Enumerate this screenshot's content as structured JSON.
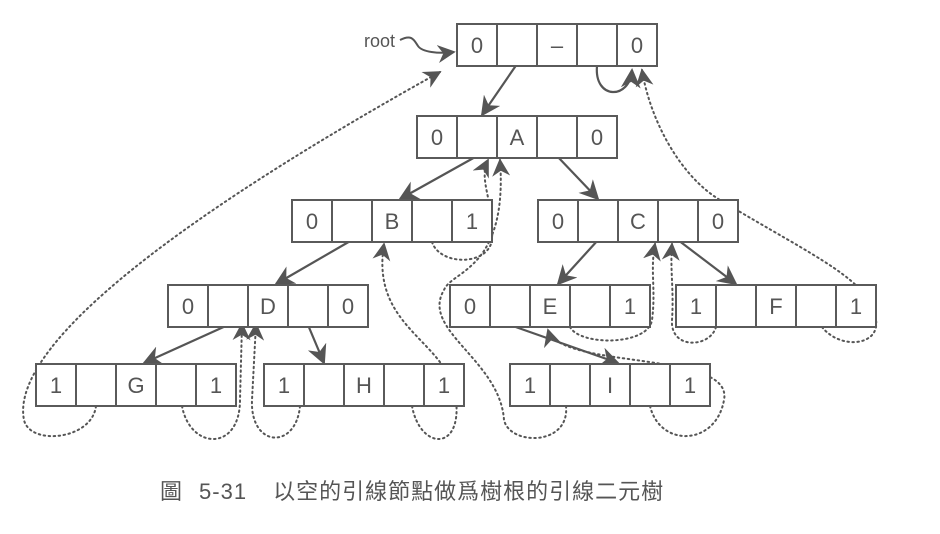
{
  "colors": {
    "ink": "#555555",
    "stroke": "#5a5a5a",
    "background": "#ffffff"
  },
  "root_label": "root",
  "nodes": [
    {
      "id": "head",
      "left_thread": "0",
      "data": "–",
      "right_thread": "0"
    },
    {
      "id": "A",
      "left_thread": "0",
      "data": "A",
      "right_thread": "0"
    },
    {
      "id": "B",
      "left_thread": "0",
      "data": "B",
      "right_thread": "1"
    },
    {
      "id": "C",
      "left_thread": "0",
      "data": "C",
      "right_thread": "0"
    },
    {
      "id": "D",
      "left_thread": "0",
      "data": "D",
      "right_thread": "0"
    },
    {
      "id": "E",
      "left_thread": "0",
      "data": "E",
      "right_thread": "1"
    },
    {
      "id": "F",
      "left_thread": "1",
      "data": "F",
      "right_thread": "1"
    },
    {
      "id": "G",
      "left_thread": "1",
      "data": "G",
      "right_thread": "1"
    },
    {
      "id": "H",
      "left_thread": "1",
      "data": "H",
      "right_thread": "1"
    },
    {
      "id": "I",
      "left_thread": "1",
      "data": "I",
      "right_thread": "1"
    }
  ],
  "child_links": [
    [
      "head",
      "A"
    ],
    [
      "A",
      "B"
    ],
    [
      "A",
      "C"
    ],
    [
      "B",
      "D"
    ],
    [
      "C",
      "E"
    ],
    [
      "C",
      "F"
    ],
    [
      "D",
      "G"
    ],
    [
      "D",
      "H"
    ],
    [
      "E",
      "I"
    ]
  ],
  "thread_links": [
    [
      "G",
      "left",
      "head"
    ],
    [
      "G",
      "right",
      "D"
    ],
    [
      "H",
      "left",
      "D"
    ],
    [
      "H",
      "right",
      "B"
    ],
    [
      "B",
      "right",
      "A"
    ],
    [
      "I",
      "left",
      "A"
    ],
    [
      "I",
      "right",
      "E"
    ],
    [
      "E",
      "right",
      "C"
    ],
    [
      "F",
      "left",
      "C"
    ],
    [
      "F",
      "right",
      "head"
    ]
  ],
  "caption": {
    "figure_word": "圖",
    "figure_number": "5-31",
    "title": "以空的引線節點做爲樹根的引線二元樹"
  }
}
